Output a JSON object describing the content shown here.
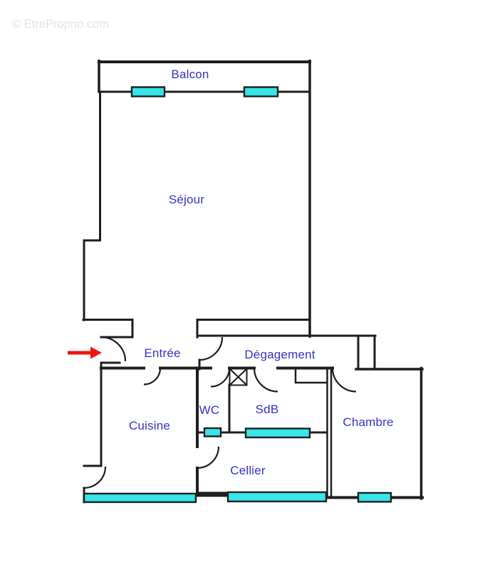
{
  "watermark": {
    "text": "© EtreProprio.com"
  },
  "rooms": {
    "balcon": "Balcon",
    "sejour": "Séjour",
    "entree": "Entrée",
    "degagement": "Dégagement",
    "cuisine": "Cuisine",
    "wc": "WC",
    "sdb": "SdB",
    "chambre": "Chambre",
    "cellier": "Cellier"
  },
  "icons": {
    "entrance_arrow": "right-arrow"
  },
  "colors": {
    "wall": "#1e1e1e",
    "window": "#38e5e8",
    "label": "#3232cf",
    "arrow": "#ee1511",
    "watermark": "#e3e3e3",
    "background": "#ffffff"
  }
}
